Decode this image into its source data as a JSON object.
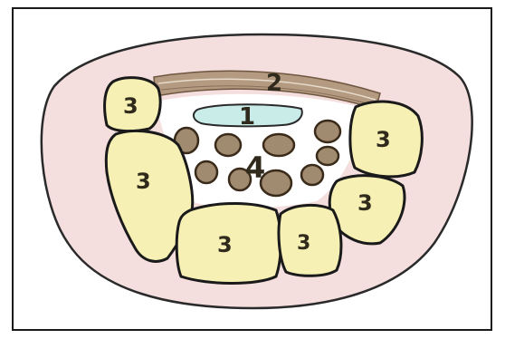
{
  "diagram": {
    "labels": {
      "one": "1",
      "two": "2",
      "three": "3",
      "four": "4"
    },
    "colors": {
      "frame": "#1a1a1a",
      "outer_region": "#f4dede",
      "bone_fill": "#f7f0b5",
      "tendon_fill": "#a08a70",
      "tendon_outline": "#3a2a1a",
      "ligament_band": "#b39a80",
      "nerve_fill": "#c9ece9",
      "label_text": "#2f2a1c"
    }
  }
}
